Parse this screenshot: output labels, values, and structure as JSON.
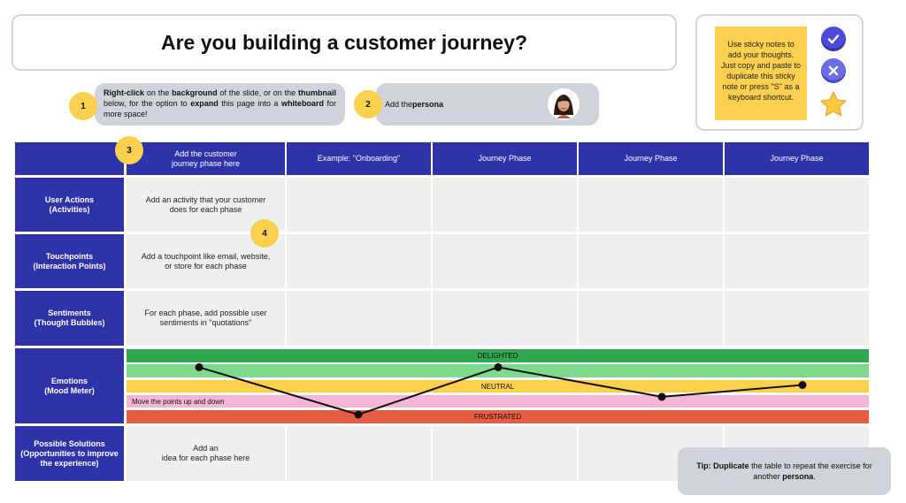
{
  "title": "Are you building a customer journey?",
  "sticky": {
    "text": "Use sticky notes to add your thoughts. Just copy and paste to duplicate this sticky note or press \"S\" as a keyboard shortcut.",
    "icons": [
      "check-icon",
      "x-icon",
      "star-icon"
    ]
  },
  "steps": {
    "step1": {
      "number": "1",
      "part1": "Right-click",
      "part2": " on the ",
      "part3": "background",
      "part4": " of the slide, or on the ",
      "part5": "thumbnail",
      "part6": " below, for the option to ",
      "part7": "expand",
      "part8": " this page into a ",
      "part9": "whiteboard",
      "part10": " for more space!"
    },
    "step2": {
      "number": "2",
      "prefix": "Add the ",
      "bold": "persona"
    },
    "step3": {
      "number": "3"
    },
    "step4": {
      "number": "4"
    }
  },
  "table": {
    "headers": {
      "first": "Add the customer journey phase here",
      "example": "Example: \"Onboarding\"",
      "phase2": "Journey Phase",
      "phase3": "Journey Phase",
      "phase4": "Journey Phase"
    },
    "rows": {
      "actions": {
        "label": "User Actions\n(Activities)",
        "hint": "Add an activity that your customer does for each phase"
      },
      "touchpoints": {
        "label": "Touchpoints\n(Interaction Points)",
        "hint": "Add a touchpoint like email, website, or store for each phase"
      },
      "sentiments": {
        "label": "Sentiments\n(Thought Bubbles)",
        "hint": "For each phase, add possible user sentiments in \"quotations\""
      },
      "emotions": {
        "label": "Emotions\n(Mood Meter)"
      },
      "solutions": {
        "label": "Possible Solutions\n(Opportunities to improve the experience)",
        "hint": "Add an\nidea for each phase here"
      }
    }
  },
  "mood": {
    "delighted": "DELIGHTED",
    "neutral": "NEUTRAL",
    "hint": "Move the points up and down",
    "frustrated": "FRUSTRATED",
    "levels": [
      0.8,
      0.0,
      0.8,
      0.3,
      0.5
    ]
  },
  "tip": {
    "label": "Tip:",
    "bold": "Duplicate",
    "text": " the table to repeat the exercise for another ",
    "bold2": "persona",
    "end": "."
  },
  "colors": {
    "header_blue": "#2f33a9",
    "badge_yellow": "#fcd04f",
    "delighted": "#2fa84f",
    "neutral": "#fdd04c",
    "frustrated": "#e65c44"
  }
}
